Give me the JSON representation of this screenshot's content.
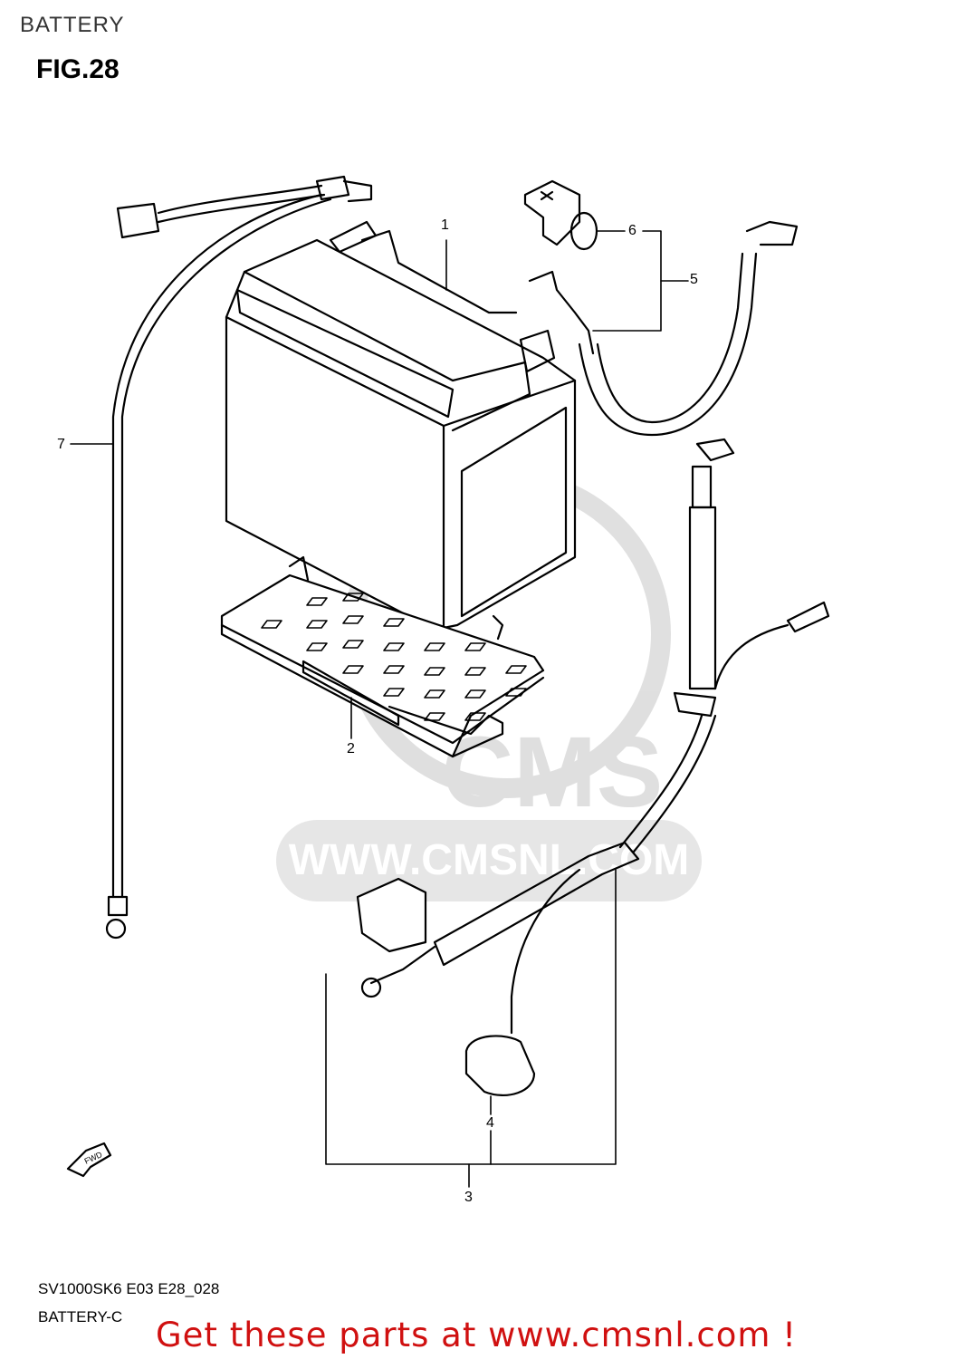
{
  "header": {
    "section": "BATTERY",
    "figure": "FIG.28"
  },
  "callouts": [
    "1",
    "2",
    "3",
    "4",
    "5",
    "6",
    "7"
  ],
  "watermark": {
    "text": "WWW.CMSNL.COM",
    "logo": "CMS"
  },
  "direction_arrow": "FWD",
  "footer": {
    "model_code": "SV1000SK6 E03 E28_028",
    "subtitle": "BATTERY-C"
  },
  "promo": {
    "text": "Get these parts at www.cmsnl.com !",
    "color": "#d01010"
  }
}
